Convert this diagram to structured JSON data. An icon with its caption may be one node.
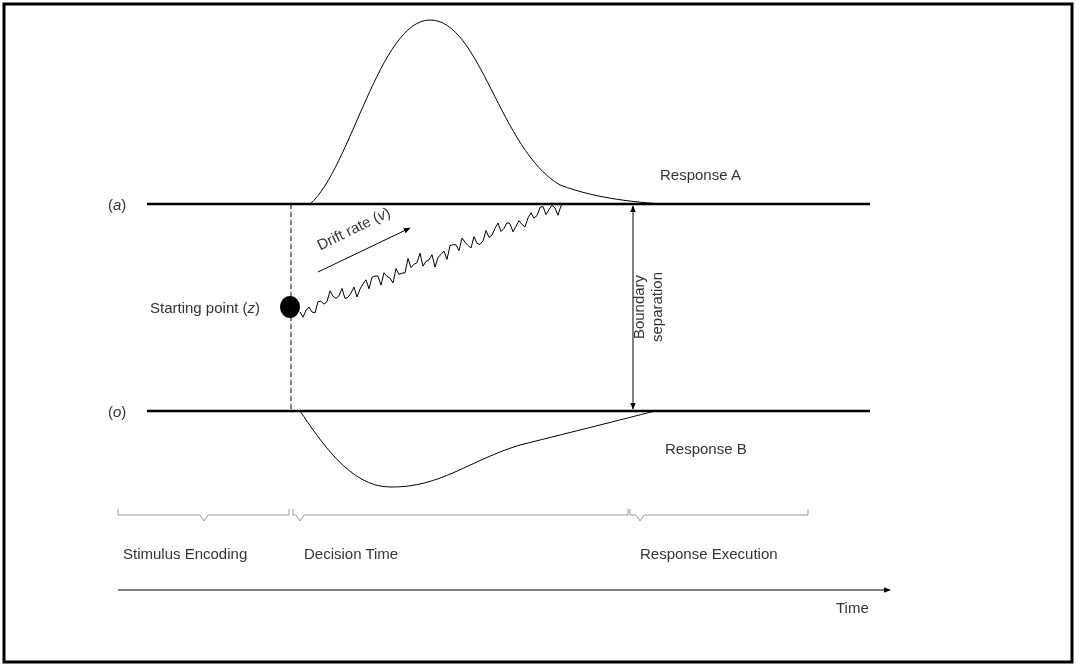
{
  "diagram": {
    "labels": [
      "(*a*)",
      "Response A",
      "Drift rate (*v*)",
      "Starting point (*z*)",
      "Boundary separation",
      "(*o*)",
      "Response B",
      "Stimulus Encoding",
      "Decision Time",
      "Response Execution",
      "Time"
    ]
  }
}
